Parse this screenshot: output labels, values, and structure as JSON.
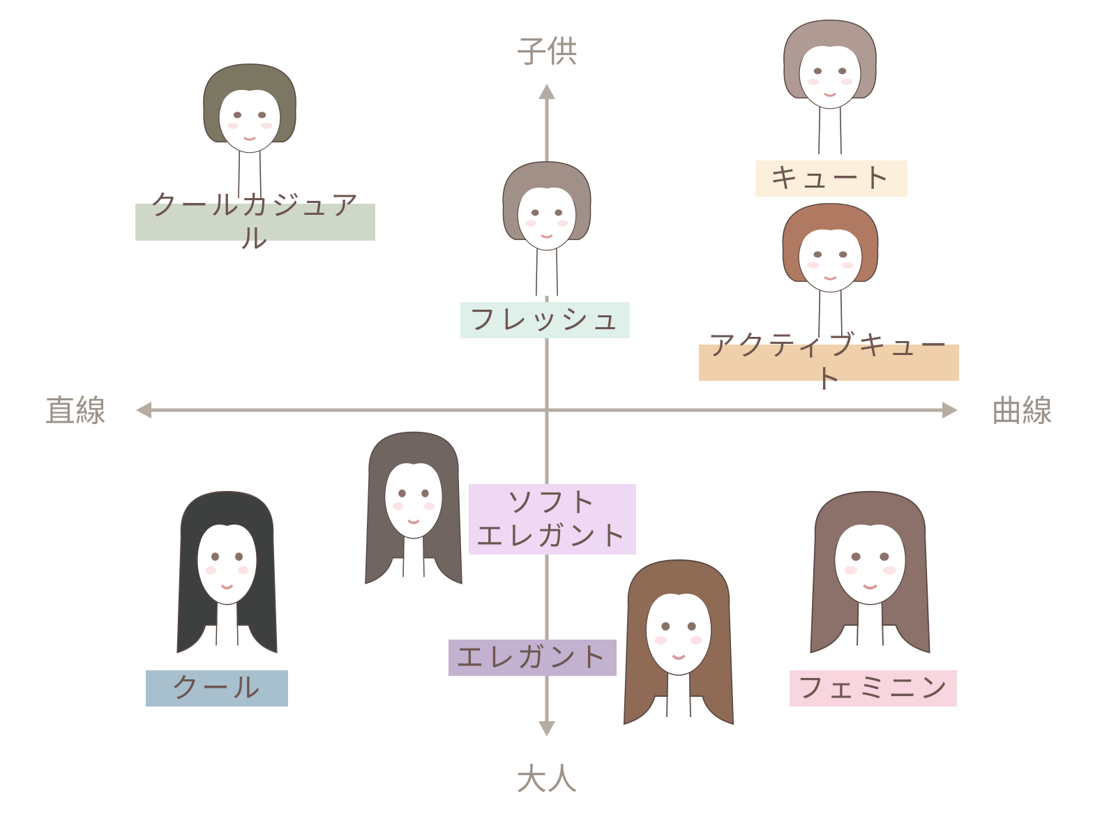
{
  "axes": {
    "top": "子供",
    "bottom": "大人",
    "left": "直線",
    "right": "曲線",
    "color": "#b5aca3"
  },
  "types": [
    {
      "label": "クールカジュアル",
      "bg": "#cfd8c8",
      "hair": "#7b7763"
    },
    {
      "label": "キュート",
      "bg": "#fcefdc",
      "hair": "#b09a94"
    },
    {
      "label": "フレッシュ",
      "bg": "#dff0eb",
      "hair": "#a09088"
    },
    {
      "label": "アクティブキュート",
      "bg": "#efd0ab",
      "hair": "#b07a62"
    },
    {
      "label": "ソフト\nエレガント",
      "bg": "#eed8f3",
      "hair": "#706560"
    },
    {
      "label": "クール",
      "bg": "#a8bfcd",
      "hair": "#3e3f3f"
    },
    {
      "label": "エレガント",
      "bg": "#c3b1d0",
      "hair": "#8f6a55"
    },
    {
      "label": "フェミニン",
      "bg": "#f8d5df",
      "hair": "#8c716b"
    }
  ]
}
